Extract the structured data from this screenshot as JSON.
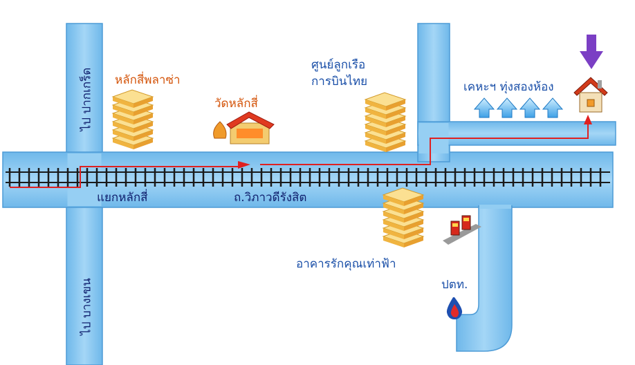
{
  "map": {
    "roads": {
      "to_pakkret": "ไป ปากเกร็ด",
      "to_bangkhen": "ไป บางเขน",
      "laksi_junction": "แยกหลักสี่",
      "vibhavadi_road": "ถ.วิภาวดีรังสิต"
    },
    "landmarks": {
      "laksi_plaza": "หลักสี่พลาซ่า",
      "wat_laksi": "วัดหลักสี่",
      "thai_airways_line1": "ศูนย์ลูกเรือ",
      "thai_airways_line2": "การบินไทย",
      "rak_khun_building": "อาคารรักคุณเท่าฟ้า",
      "ptt_station": "ปตท.",
      "destination": "เคหะฯ ทุ่งสองห้อง"
    },
    "colors": {
      "road": "#8ec8ef",
      "road_edge": "#5aa6de",
      "route": "#e02020",
      "building": "#f6c660",
      "destination_arrow": "#7b3fc4",
      "label_blue": "#1a4fa8",
      "label_orange": "#d4540a"
    },
    "icons": [
      "building-icon",
      "temple-icon",
      "house-icon",
      "ptt-drop-icon",
      "gas-pump-icon",
      "down-arrow-icon",
      "up-arrow-icon"
    ]
  }
}
